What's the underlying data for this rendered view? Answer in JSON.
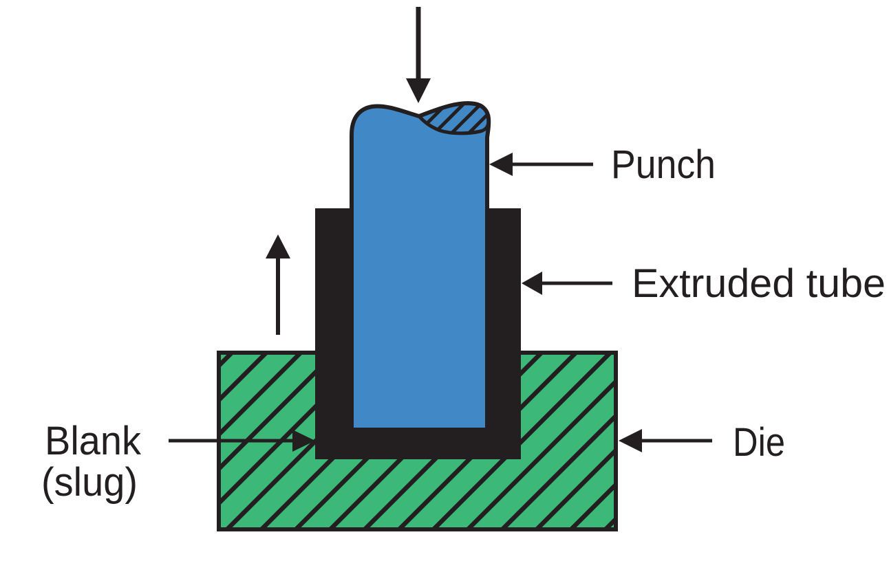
{
  "figure": {
    "labels": {
      "punch": "Punch",
      "extruded_tube": "Extruded tube",
      "blank_line1": "Blank",
      "blank_line2": "(slug)",
      "die": "Die"
    },
    "colors": {
      "punch_blue": "#4189C6",
      "die_green": "#3CB878",
      "ink": "#231F20",
      "background": "#FFFFFF"
    }
  }
}
